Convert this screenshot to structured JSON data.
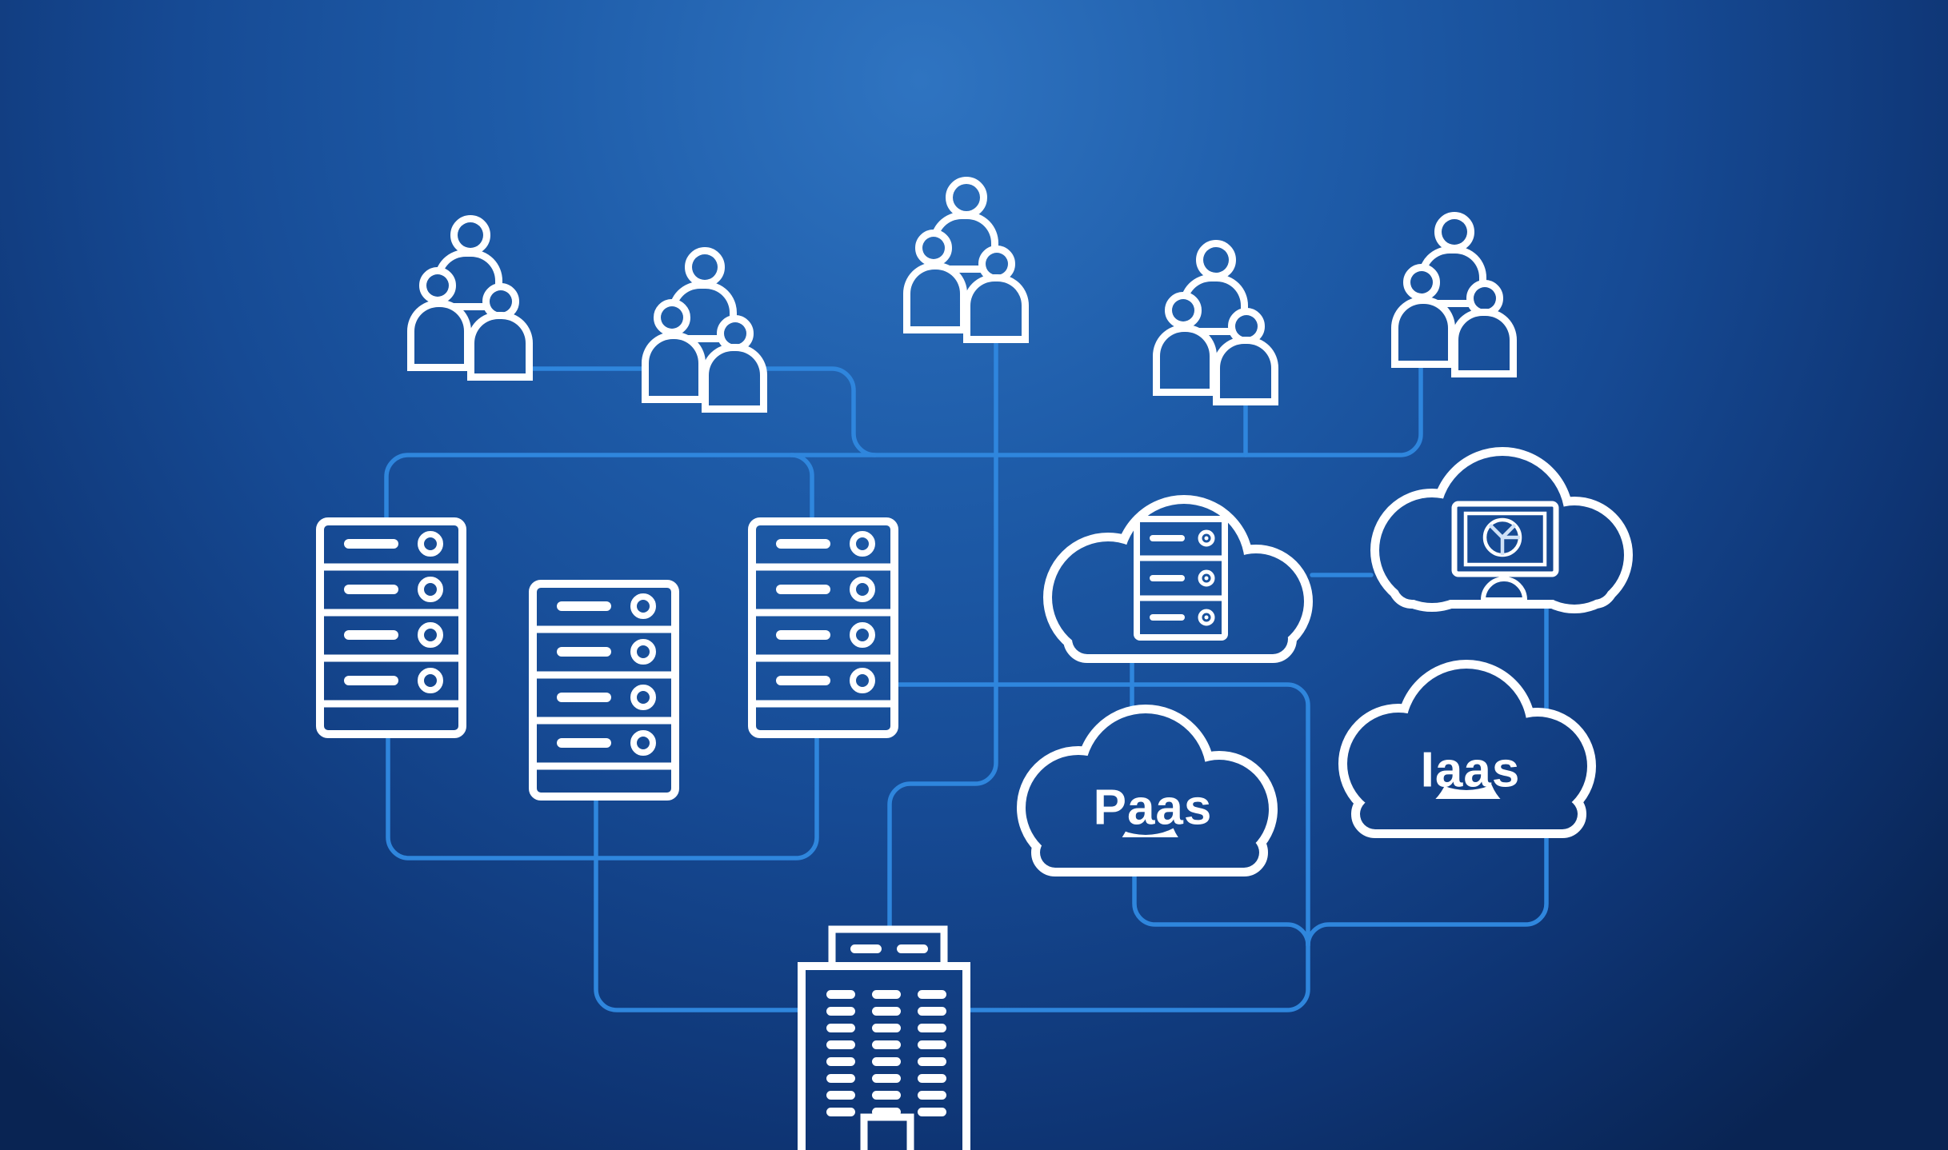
{
  "diagram": {
    "description": "Cloud computing concept illustration: five user groups linked through a network bus to three server racks, a cloud-hosted server, a cloud-hosted monitor dashboard, Paas and Iaas service clouds, and an enterprise building",
    "labels": {
      "paas": "Paas",
      "iaas": "Iaas"
    },
    "colors": {
      "background_center": "#2f74c1",
      "background_mid": "#164a94",
      "background_edge": "#092453",
      "connector": "#2f86dd",
      "connector_glow": "#e7f6ff",
      "icon_stroke": "#ffffff"
    },
    "nodes": [
      {
        "id": "user-group-1",
        "type": "users"
      },
      {
        "id": "user-group-2",
        "type": "users"
      },
      {
        "id": "user-group-3",
        "type": "users"
      },
      {
        "id": "user-group-4",
        "type": "users"
      },
      {
        "id": "user-group-5",
        "type": "users"
      },
      {
        "id": "server-rack-left",
        "type": "server-rack"
      },
      {
        "id": "server-rack-middle",
        "type": "server-rack"
      },
      {
        "id": "server-rack-right",
        "type": "server-rack"
      },
      {
        "id": "cloud-server",
        "type": "cloud-service"
      },
      {
        "id": "cloud-monitor",
        "type": "cloud-service"
      },
      {
        "id": "paas-cloud",
        "type": "cloud-service"
      },
      {
        "id": "iaas-cloud",
        "type": "cloud-service"
      },
      {
        "id": "building",
        "type": "enterprise"
      }
    ]
  }
}
